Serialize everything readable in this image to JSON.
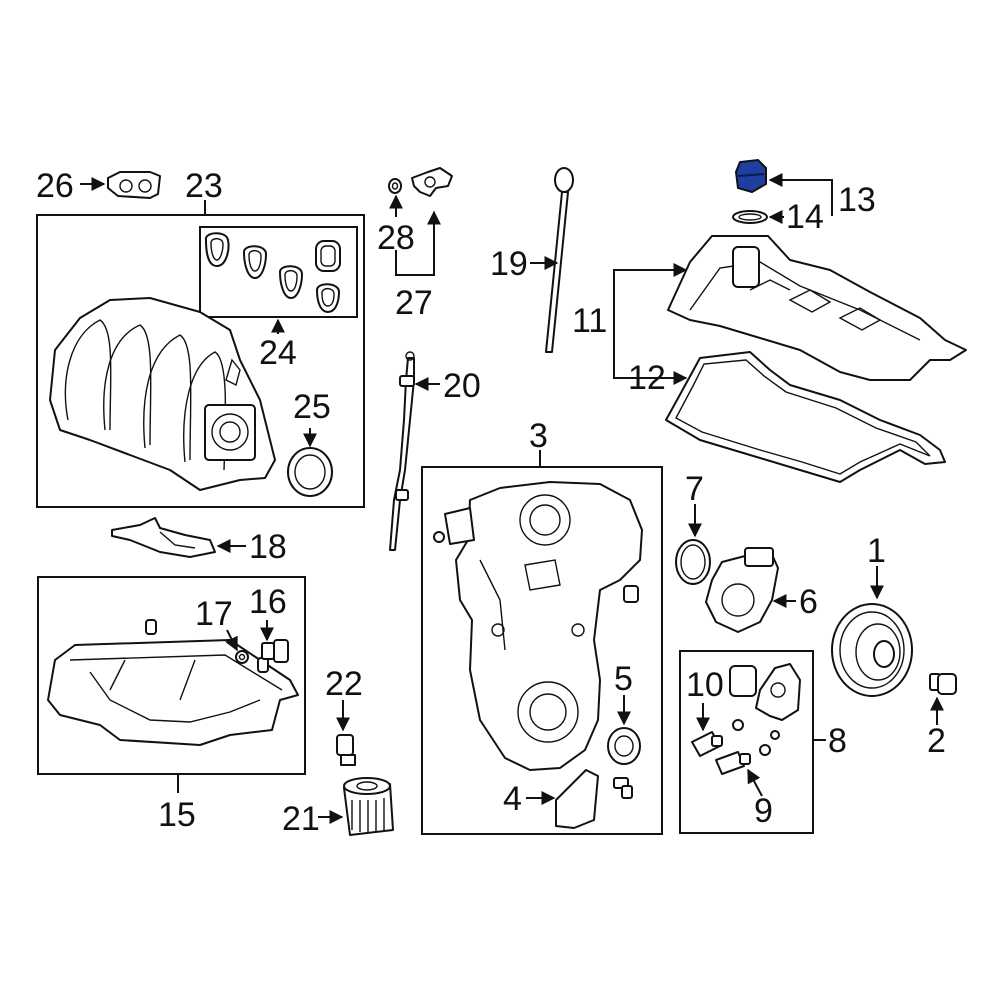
{
  "labels": {
    "l1": "1",
    "l2": "2",
    "l3": "3",
    "l4": "4",
    "l5": "5",
    "l6": "6",
    "l7": "7",
    "l8": "8",
    "l9": "9",
    "l10": "10",
    "l11": "11",
    "l12": "12",
    "l13": "13",
    "l14": "14",
    "l15": "15",
    "l16": "16",
    "l17": "17",
    "l18": "18",
    "l19": "19",
    "l20": "20",
    "l21": "21",
    "l22": "22",
    "l23": "23",
    "l24": "24",
    "l25": "25",
    "l26": "26",
    "l27": "27",
    "l28": "28"
  },
  "colors": {
    "highlight": "#1e3fa0",
    "ink": "#111111",
    "background": "#ffffff"
  },
  "highlighted_part": "13"
}
